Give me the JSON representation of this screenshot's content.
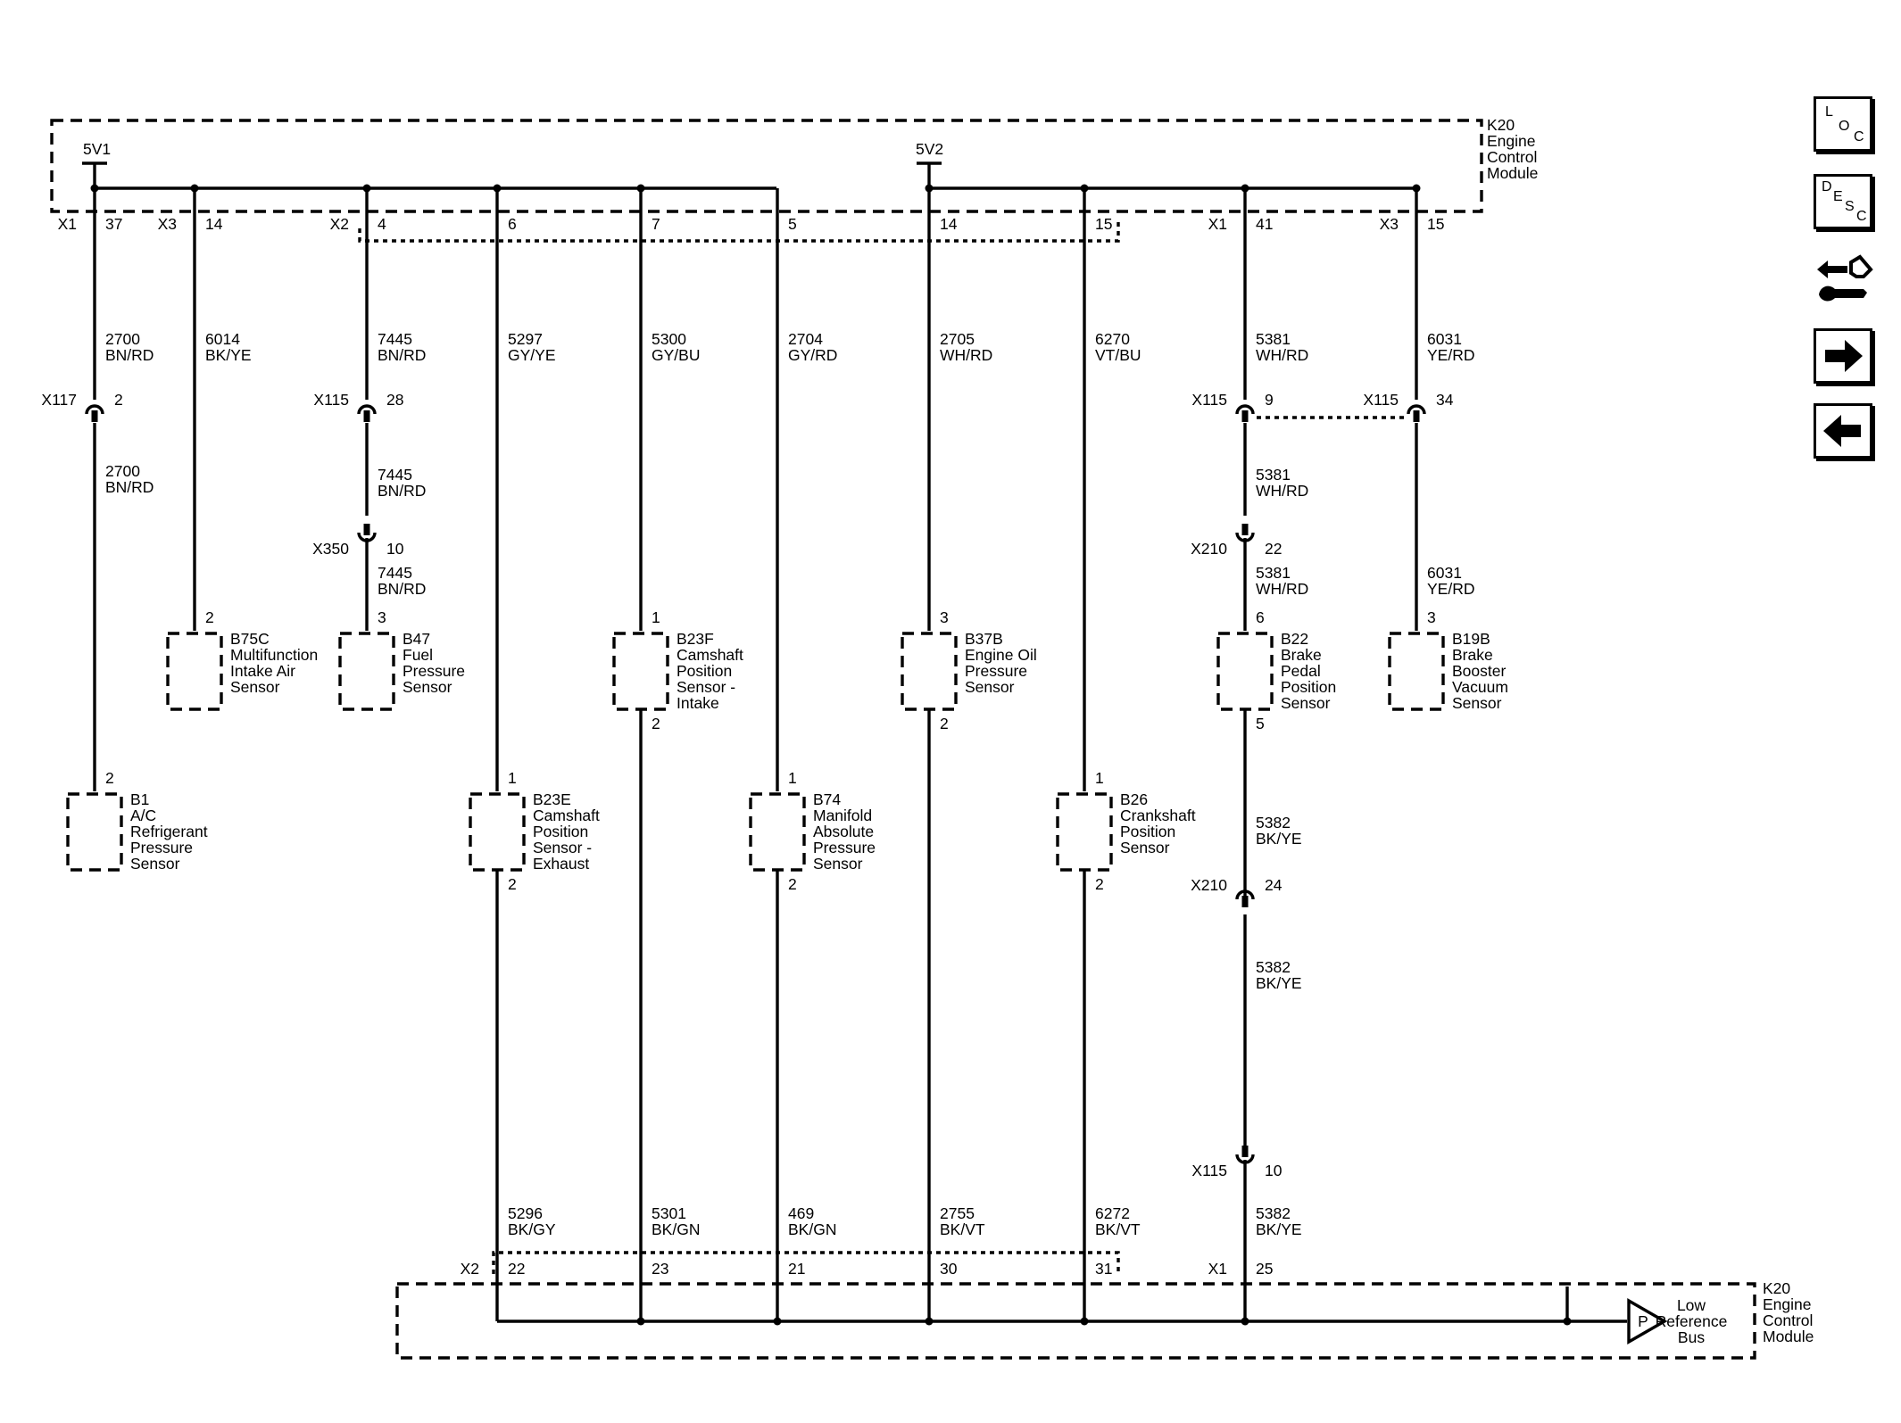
{
  "module_top": {
    "id": "K20",
    "lines": [
      "Engine",
      "Control",
      "Module"
    ],
    "supply_1": "5V1",
    "supply_2": "5V2"
  },
  "module_bottom": {
    "id": "K20",
    "lines": [
      "Engine",
      "Control",
      "Module"
    ],
    "bus_symbol": "P",
    "bus_lines": [
      "Low",
      "Reference",
      "Bus"
    ]
  },
  "top_pins": [
    {
      "conn": "X1",
      "pin": "37"
    },
    {
      "conn": "X3",
      "pin": "14"
    },
    {
      "conn": "X2",
      "pin": "4"
    },
    {
      "conn": "",
      "pin": "6"
    },
    {
      "conn": "",
      "pin": "7"
    },
    {
      "conn": "",
      "pin": "5"
    },
    {
      "conn": "",
      "pin": "14"
    },
    {
      "conn": "",
      "pin": "15"
    },
    {
      "conn": "X1",
      "pin": "41"
    },
    {
      "conn": "X3",
      "pin": "15"
    }
  ],
  "bottom_pins": [
    {
      "conn": "X2",
      "pin": "22"
    },
    {
      "conn": "",
      "pin": "23"
    },
    {
      "conn": "",
      "pin": "21"
    },
    {
      "conn": "",
      "pin": "30"
    },
    {
      "conn": "",
      "pin": "31"
    },
    {
      "conn": "X1",
      "pin": "25"
    }
  ],
  "wires": [
    {
      "circuit": "2700",
      "color": "BN/RD"
    },
    {
      "circuit": "6014",
      "color": "BK/YE"
    },
    {
      "circuit": "7445",
      "color": "BN/RD"
    },
    {
      "circuit": "5297",
      "color": "GY/YE"
    },
    {
      "circuit": "5300",
      "color": "GY/BU"
    },
    {
      "circuit": "2704",
      "color": "GY/RD"
    },
    {
      "circuit": "2705",
      "color": "WH/RD"
    },
    {
      "circuit": "6270",
      "color": "VT/BU"
    },
    {
      "circuit": "5381",
      "color": "WH/RD"
    },
    {
      "circuit": "6031",
      "color": "YE/RD"
    },
    {
      "circuit": "2700",
      "color": "BN/RD"
    },
    {
      "circuit": "7445",
      "color": "BN/RD"
    },
    {
      "circuit": "7445",
      "color": "BN/RD"
    },
    {
      "circuit": "5381",
      "color": "WH/RD"
    },
    {
      "circuit": "5381",
      "color": "WH/RD"
    },
    {
      "circuit": "6031",
      "color": "YE/RD"
    },
    {
      "circuit": "5382",
      "color": "BK/YE"
    },
    {
      "circuit": "5382",
      "color": "BK/YE"
    },
    {
      "circuit": "5296",
      "color": "BK/GY"
    },
    {
      "circuit": "5301",
      "color": "BK/GN"
    },
    {
      "circuit": "469",
      "color": "BK/GN"
    },
    {
      "circuit": "2755",
      "color": "BK/VT"
    },
    {
      "circuit": "6272",
      "color": "BK/VT"
    },
    {
      "circuit": "5382",
      "color": "BK/YE"
    }
  ],
  "inline_connectors": [
    {
      "name": "X117",
      "pin": "2"
    },
    {
      "name": "X115",
      "pin": "28"
    },
    {
      "name": "X350",
      "pin": "10"
    },
    {
      "name": "X115",
      "pin": "9"
    },
    {
      "name": "X115",
      "pin": "34"
    },
    {
      "name": "X210",
      "pin": "22"
    },
    {
      "name": "X210",
      "pin": "24"
    },
    {
      "name": "X115",
      "pin": "10"
    }
  ],
  "components": [
    {
      "id": "B1",
      "lines": [
        "A/C",
        "Refrigerant",
        "Pressure",
        "Sensor"
      ],
      "pin_top": "2",
      "pin_bottom": ""
    },
    {
      "id": "B75C",
      "lines": [
        "Multifunction",
        "Intake Air",
        "Sensor"
      ],
      "pin_top": "2",
      "pin_bottom": ""
    },
    {
      "id": "B47",
      "lines": [
        "Fuel",
        "Pressure",
        "Sensor"
      ],
      "pin_top": "3",
      "pin_bottom": ""
    },
    {
      "id": "B23E",
      "lines": [
        "Camshaft",
        "Position",
        "Sensor -",
        "Exhaust"
      ],
      "pin_top": "1",
      "pin_bottom": "2"
    },
    {
      "id": "B23F",
      "lines": [
        "Camshaft",
        "Position",
        "Sensor -",
        "Intake"
      ],
      "pin_top": "1",
      "pin_bottom": "2"
    },
    {
      "id": "B74",
      "lines": [
        "Manifold",
        "Absolute",
        "Pressure",
        "Sensor"
      ],
      "pin_top": "1",
      "pin_bottom": "2"
    },
    {
      "id": "B37B",
      "lines": [
        "Engine Oil",
        "Pressure",
        "Sensor"
      ],
      "pin_top": "3",
      "pin_bottom": "2"
    },
    {
      "id": "B26",
      "lines": [
        "Crankshaft",
        "Position",
        "Sensor"
      ],
      "pin_top": "1",
      "pin_bottom": "2"
    },
    {
      "id": "B22",
      "lines": [
        "Brake",
        "Pedal",
        "Position",
        "Sensor"
      ],
      "pin_top": "6",
      "pin_bottom": "5"
    },
    {
      "id": "B19B",
      "lines": [
        "Brake",
        "Booster",
        "Vacuum",
        "Sensor"
      ],
      "pin_top": "3",
      "pin_bottom": ""
    }
  ],
  "nav": {
    "loc_letters": [
      "L",
      "O",
      "C"
    ],
    "desc_letters": [
      "D",
      "E",
      "S",
      "C"
    ]
  }
}
